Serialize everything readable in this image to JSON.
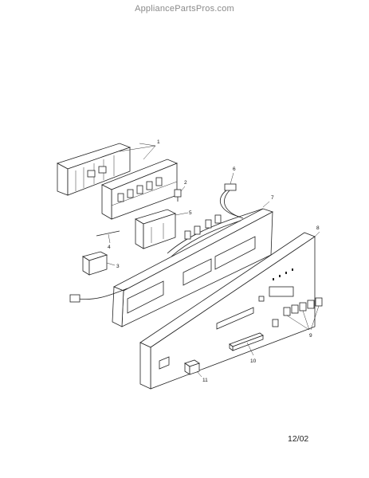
{
  "watermark": "AppliancePartsPros.com",
  "date_code": "12/02",
  "callouts": [
    "1",
    "2",
    "3",
    "4",
    "5",
    "6",
    "7",
    "8",
    "9",
    "10",
    "11"
  ]
}
